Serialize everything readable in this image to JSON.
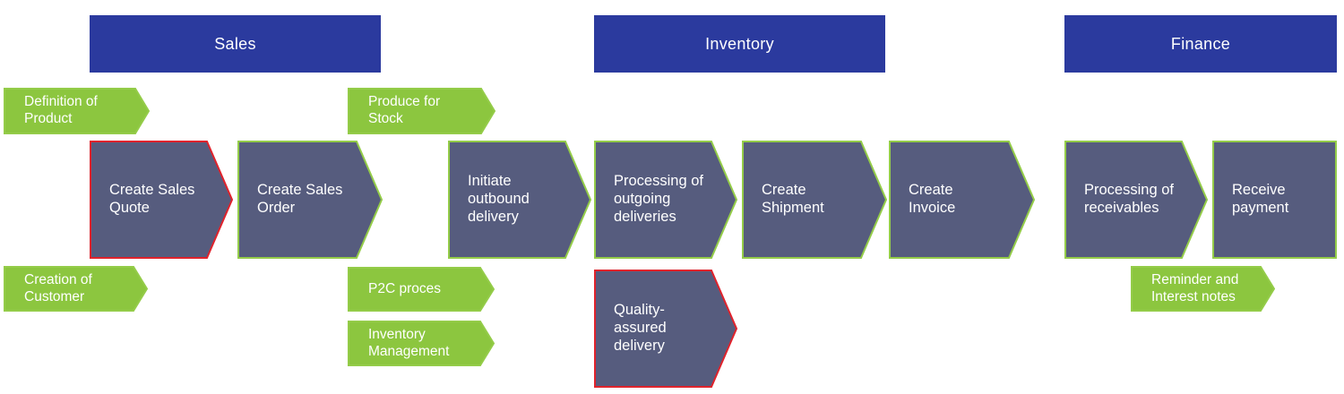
{
  "palette": {
    "header_blue": "#2B3A9E",
    "process_fill": "#565C7E",
    "annotation_green": "#8CC63F",
    "border_green": "#94CC49",
    "border_red": "#E0232C",
    "text": "#FFFFFF",
    "background": "#FFFFFF"
  },
  "diagram": {
    "headers": [
      {
        "label": "Sales"
      },
      {
        "label": "Inventory"
      },
      {
        "label": "Finance"
      }
    ],
    "steps": [
      {
        "label": "Create Sales\nQuote",
        "border": "red"
      },
      {
        "label": "Create Sales\nOrder",
        "border": "green"
      },
      {
        "label": "Initiate\noutbound\ndelivery",
        "border": "green"
      },
      {
        "label": "Processing of\noutgoing\ndeliveries",
        "border": "green"
      },
      {
        "label": "Create\nShipment",
        "border": "green"
      },
      {
        "label": "Create\nInvoice",
        "border": "green"
      },
      {
        "label": "Processing of\nreceivables",
        "border": "green"
      },
      {
        "label": "Receive\npayment",
        "border": "green"
      },
      {
        "label": "Quality-\nassured\ndelivery",
        "border": "red"
      }
    ],
    "annotations": [
      {
        "label": "Definition of\nProduct"
      },
      {
        "label": "Produce for\nStock"
      },
      {
        "label": "Creation of\nCustomer"
      },
      {
        "label": "P2C proces"
      },
      {
        "label": "Inventory\nManagement"
      },
      {
        "label": "Reminder and\nInterest notes"
      }
    ]
  }
}
